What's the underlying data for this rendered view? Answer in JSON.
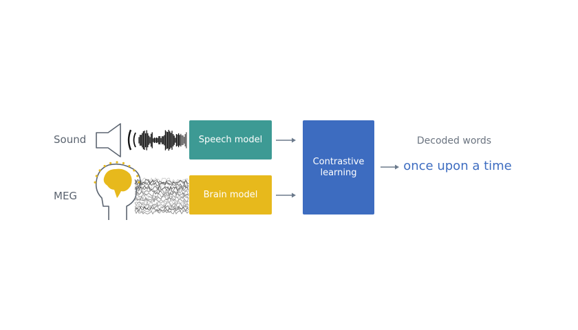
{
  "labels": {
    "sound": "Sound",
    "meg": "MEG"
  },
  "boxes": {
    "speech_model": "Speech model",
    "brain_model": "Brain model",
    "contrastive_learning": "Contrastive learning"
  },
  "output": {
    "title": "Decoded words",
    "text": "once upon a time"
  },
  "icons": {
    "speaker": "speaker-icon",
    "head": "head-with-brain-icon",
    "audio_wave": "sound-waveform",
    "meg_wave": "meg-signal-waveform"
  },
  "colors": {
    "speech_box": "#3d9a94",
    "brain_box": "#e7b91c",
    "contrast_box": "#3d6cc0",
    "output_text": "#3d6cc0",
    "label_text": "#5b6470",
    "arrow": "#6b7a8c"
  }
}
